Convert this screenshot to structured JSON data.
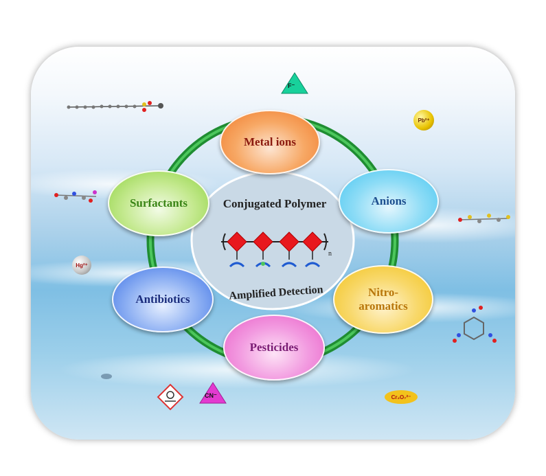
{
  "center": {
    "title_top": "Conjugated Polymer",
    "title_bottom": "Amplified Detection",
    "repeat_label": "n"
  },
  "categories": [
    {
      "label": "Metal ions",
      "color": "#f07a2a",
      "text_color": "#8b1a0f"
    },
    {
      "label": "Anions",
      "color": "#49c6f0",
      "text_color": "#1d4f8f"
    },
    {
      "label": "Nitro-aromatics",
      "line1": "Nitro-",
      "line2": "aromatics",
      "color": "#f2c21c",
      "text_color": "#b8760b"
    },
    {
      "label": "Pesticides",
      "color": "#e95fc7",
      "text_color": "#7a1c74"
    },
    {
      "label": "Antibiotics",
      "color": "#3f73e6",
      "text_color": "#1a2c7c"
    },
    {
      "label": "Surfactants",
      "color": "#8fd241",
      "text_color": "#3a8516"
    }
  ],
  "species": {
    "fluoride": "F⁻",
    "cyanide": "CN⁻",
    "lead": "Pb²⁺",
    "mercury": "Hg²⁺",
    "dichromate": "Cr₂O₇²⁻"
  },
  "ring_color": "#27a33a"
}
